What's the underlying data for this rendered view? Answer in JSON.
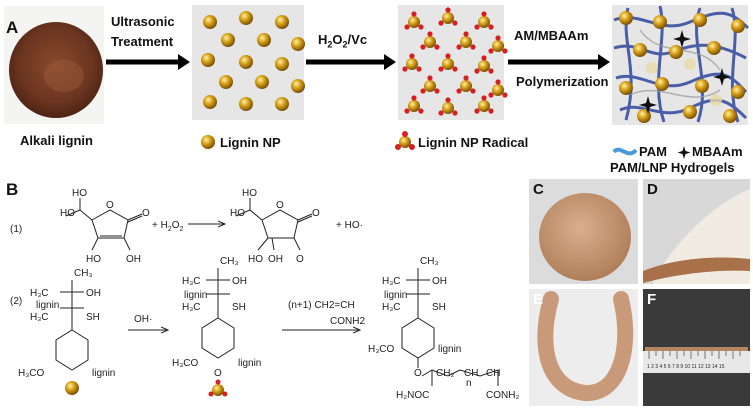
{
  "panel_a": {
    "label": "A",
    "photo_caption": "Alkali lignin",
    "arrow1_label_line1": "Ultrasonic",
    "arrow1_label_line2": "Treatment",
    "arrow2_label": "H2O2/Vc",
    "arrow3_label_top": "AM/MBAAm",
    "arrow3_label_bottom": "Polymerization",
    "legend_lignin_np": "Lignin NP",
    "legend_lignin_np_radical": "Lignin NP Radical",
    "legend_pam": "PAM",
    "legend_mbaam": "MBAAm",
    "legend_hydrogels": "PAM/LNP Hydrogels"
  },
  "panel_b": {
    "label": "B",
    "reaction1_num": "(1)",
    "reaction1_plus1": "+ H2O2",
    "reaction1_plus2": "+ HO·",
    "reaction2_num": "(2)",
    "reaction2_reagent1": "OH·",
    "reaction2_reagent2": "(n+1) CH2=CH",
    "reaction2_reagent2b": "CONH2"
  },
  "photos": {
    "c_label": "C",
    "d_label": "D",
    "e_label": "E",
    "f_label": "F",
    "ruler_numbers": "1 2 3 4 5 6 7 8 9 10 11 12 13 14 15"
  },
  "colors": {
    "np_gold": "#c9960f",
    "np_radical_red": "#d42020",
    "hydrogel_tan": "#c99a7a",
    "pam_blue": "#4a5ea8",
    "box_gray": "#e6e6e6"
  }
}
